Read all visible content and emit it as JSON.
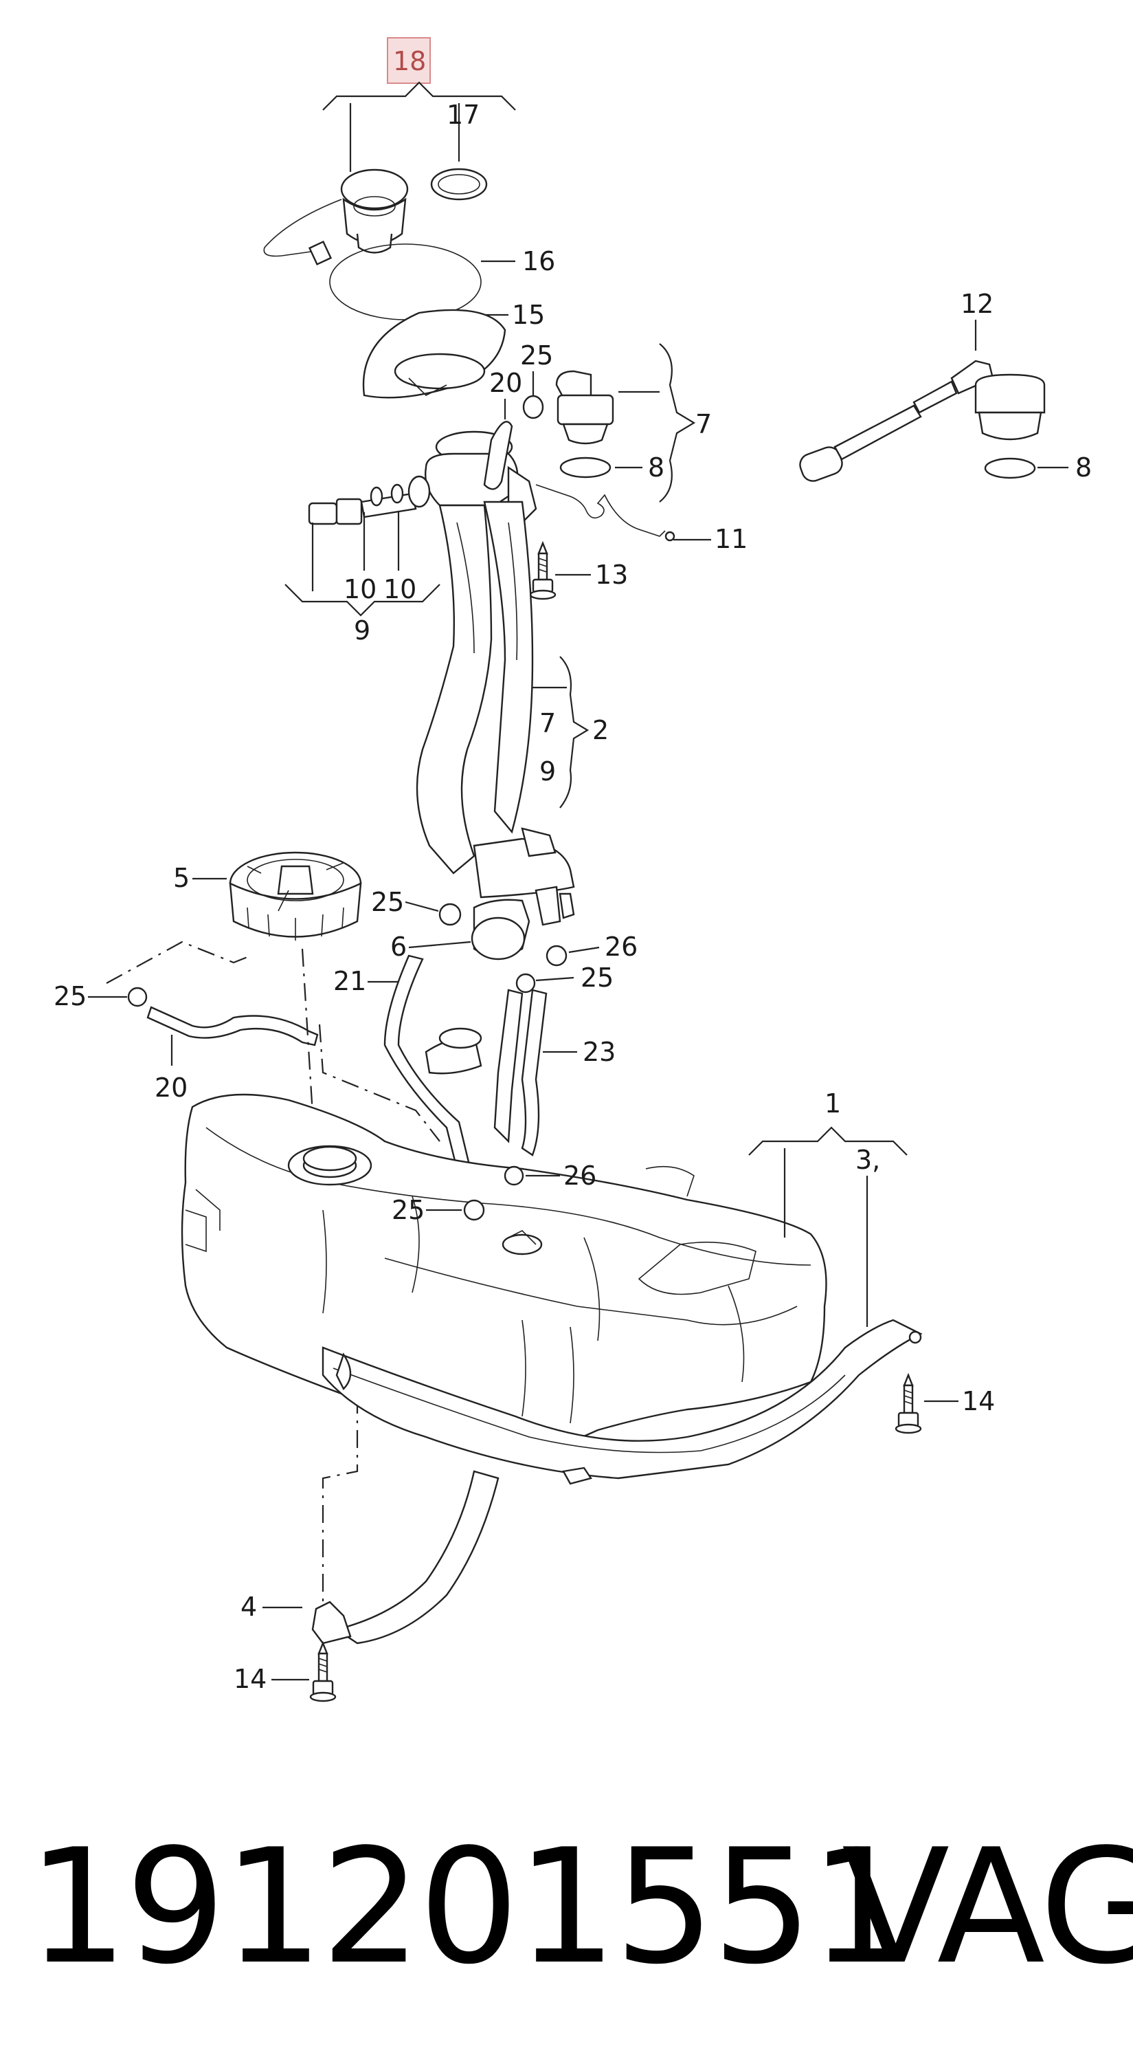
{
  "diagram": {
    "highlight_label": "18",
    "labels": {
      "l17": "17",
      "l16": "16",
      "l15": "15",
      "l25a": "25",
      "l20a": "20",
      "l7a": "7",
      "l8a": "8",
      "l12": "12",
      "l8b": "8",
      "l11": "11",
      "l13": "13",
      "l10a": "10",
      "l10b": "10",
      "l9a": "9",
      "l7b": "7",
      "l2": "2",
      "l9b": "9",
      "l5": "5",
      "l25b": "25",
      "l6": "6",
      "l26a": "26",
      "l21": "21",
      "l25c": "25",
      "l25d": "25",
      "l23": "23",
      "l20b": "20",
      "l1": "1",
      "l3": "3,",
      "l26b": "26",
      "l25e": "25",
      "l14a": "14",
      "l4": "4",
      "l14b": "14"
    }
  },
  "footer": {
    "part_number": "191201551",
    "brand": "VAG"
  }
}
